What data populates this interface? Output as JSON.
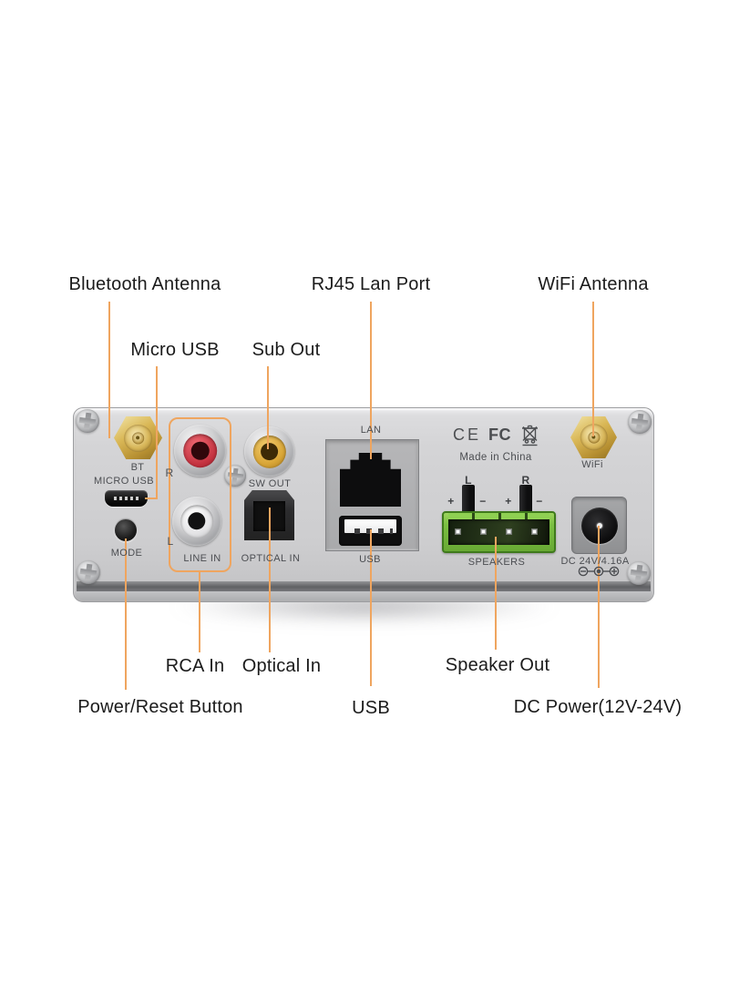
{
  "callouts": {
    "bluetooth_antenna": "Bluetooth Antenna",
    "micro_usb": "Micro USB",
    "sub_out": "Sub Out",
    "rj45_lan_port": "RJ45 Lan Port",
    "wifi_antenna": "WiFi Antenna",
    "rca_in": "RCA In",
    "optical_in": "Optical In",
    "usb": "USB",
    "speaker_out": "Speaker Out",
    "power_reset_button": "Power/Reset Button",
    "dc_power": "DC Power(12V-24V)"
  },
  "panel_labels": {
    "bt": "BT",
    "micro_usb": "MICRO USB",
    "mode": "MODE",
    "rca_r": "R",
    "rca_l": "L",
    "line_in": "LINE IN",
    "sw_out": "SW OUT",
    "optical_in": "OPTICAL IN",
    "lan": "LAN",
    "usb": "USB",
    "speakers": "SPEAKERS",
    "speaker_l": "L",
    "speaker_r": "R",
    "plus": "+",
    "minus": "−",
    "wifi": "WiFi",
    "dc_rating": "DC 24V/4.16A",
    "made_in": "Made in China",
    "ce_mark": "CE",
    "fcc_mark": "FC"
  },
  "icons": {
    "weee": "weee-crossed-out-bin-icon",
    "dc_polarity": "center-positive-polarity-icon"
  },
  "colors": {
    "annotation_line": "#efa55f",
    "label_text": "#1b1b1b",
    "panel_text": "#4c4e52",
    "antenna_gold": "#d9b756",
    "speaker_green": "#7cc043",
    "rca_red": "#c3323f",
    "sub_out_orange": "#d9a637"
  }
}
